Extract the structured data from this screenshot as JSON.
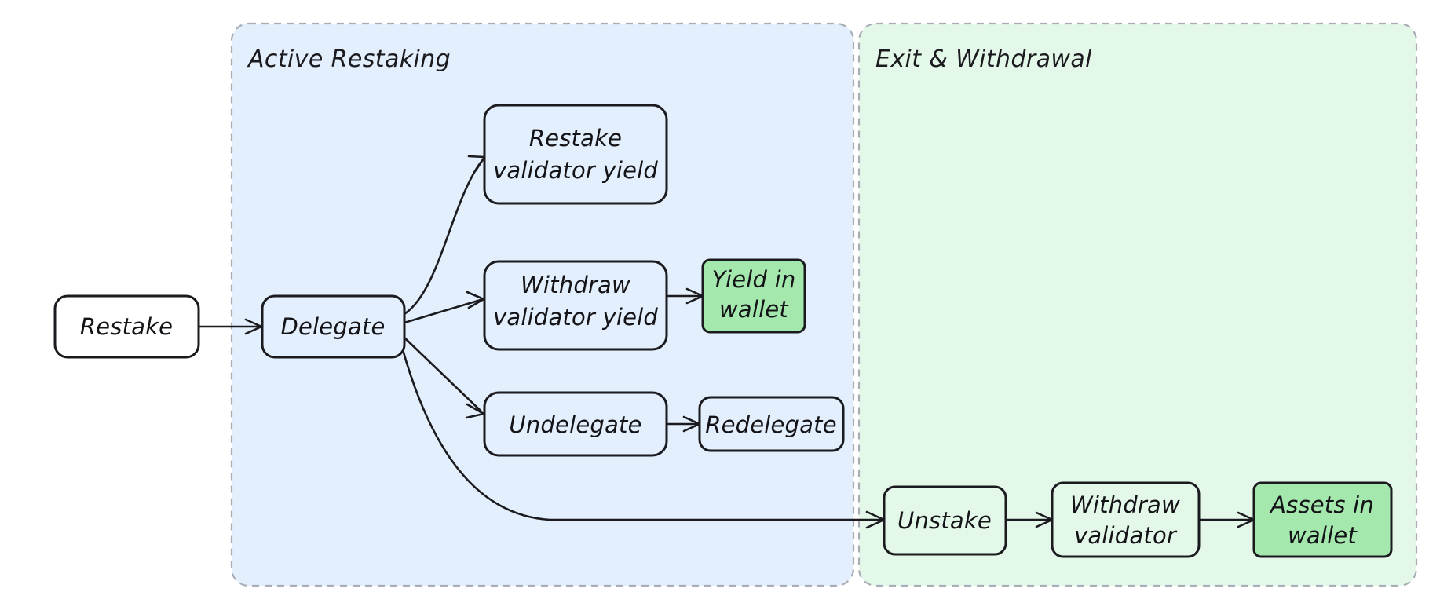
{
  "diagram": {
    "type": "flowchart",
    "title": "Restaking lifecycle flowchart",
    "background_color": "#ffffff",
    "node_stroke_color": "#1b1b1f",
    "edge_color": "#1b1b1f",
    "subgraph_border_color": "#a9adb5"
  },
  "subgraphs": [
    {
      "id": "active-restaking",
      "label": "Active Restaking",
      "fill": "#e3effc",
      "border": "#a9adb5"
    },
    {
      "id": "exit-withdrawal",
      "label": "Exit & Withdrawal",
      "fill": "#e4f8ea",
      "border": "#a9adb5"
    }
  ],
  "nodes": [
    {
      "id": "restake",
      "label": "Restake",
      "lines": [
        "Restake"
      ],
      "fill": "#ffffff",
      "group": "none"
    },
    {
      "id": "delegate",
      "label": "Delegate",
      "lines": [
        "Delegate"
      ],
      "fill": "#e3effc",
      "group": "active-restaking"
    },
    {
      "id": "restake-yield",
      "label": "Restake validator yield",
      "lines": [
        "Restake",
        "validator yield"
      ],
      "fill": "#e3effc",
      "group": "active-restaking"
    },
    {
      "id": "withdraw-yield",
      "label": "Withdraw validator yield",
      "lines": [
        "Withdraw",
        "validator yield"
      ],
      "fill": "#e3effc",
      "group": "active-restaking"
    },
    {
      "id": "yield-in-wallet",
      "label": "Yield in wallet",
      "lines": [
        "Yield in",
        "wallet"
      ],
      "fill": "#a5e8ae",
      "group": "active-restaking"
    },
    {
      "id": "undelegate",
      "label": "Undelegate",
      "lines": [
        "Undelegate"
      ],
      "fill": "#e3effc",
      "group": "active-restaking"
    },
    {
      "id": "redelegate",
      "label": "Redelegate",
      "lines": [
        "Redelegate"
      ],
      "fill": "#e3effc",
      "group": "active-restaking"
    },
    {
      "id": "unstake",
      "label": "Unstake",
      "lines": [
        "Unstake"
      ],
      "fill": "#e4f8ea",
      "group": "exit-withdrawal"
    },
    {
      "id": "withdraw-validator",
      "label": "Withdraw validator",
      "lines": [
        "Withdraw",
        "validator"
      ],
      "fill": "#e4f8ea",
      "group": "exit-withdrawal"
    },
    {
      "id": "assets-in-wallet",
      "label": "Assets in wallet",
      "lines": [
        "Assets in",
        "wallet"
      ],
      "fill": "#a5e8ae",
      "group": "exit-withdrawal"
    }
  ],
  "edges": [
    {
      "from": "restake",
      "to": "delegate"
    },
    {
      "from": "delegate",
      "to": "restake-yield"
    },
    {
      "from": "delegate",
      "to": "withdraw-yield"
    },
    {
      "from": "delegate",
      "to": "undelegate"
    },
    {
      "from": "delegate",
      "to": "unstake"
    },
    {
      "from": "withdraw-yield",
      "to": "yield-in-wallet"
    },
    {
      "from": "undelegate",
      "to": "redelegate"
    },
    {
      "from": "unstake",
      "to": "withdraw-validator"
    },
    {
      "from": "withdraw-validator",
      "to": "assets-in-wallet"
    }
  ]
}
